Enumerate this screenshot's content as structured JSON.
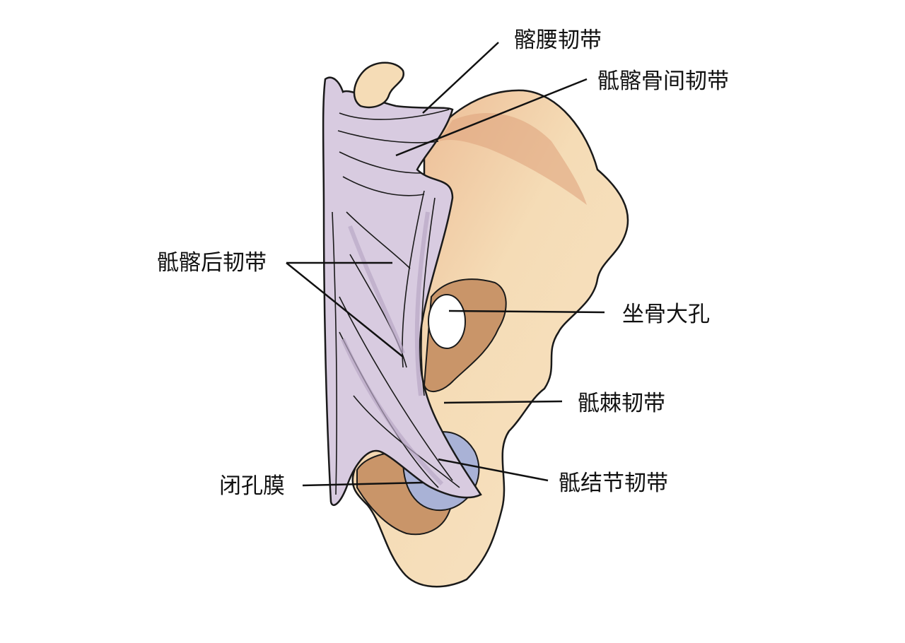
{
  "labels": {
    "iliolumbar": "髂腰韧带",
    "interosseous_sacroiliac": "骶髂骨间韧带",
    "posterior_sacroiliac": "骶髂后韧带",
    "greater_sciatic_foramen": "坐骨大孔",
    "sacrospinous": "骶棘韧带",
    "obturator_membrane": "闭孔膜",
    "sacrotuberous": "骶结节韧带"
  },
  "colors": {
    "bone": "#f5dcb6",
    "bone_shade": "#e0a57e",
    "ligament": "#d8cbe0",
    "ligament_shade": "#b9a8c6",
    "foramen_shade": "#c99569",
    "membrane": "#a9b2d6",
    "outline": "#1a1a1a",
    "leader_line": "#111111"
  }
}
